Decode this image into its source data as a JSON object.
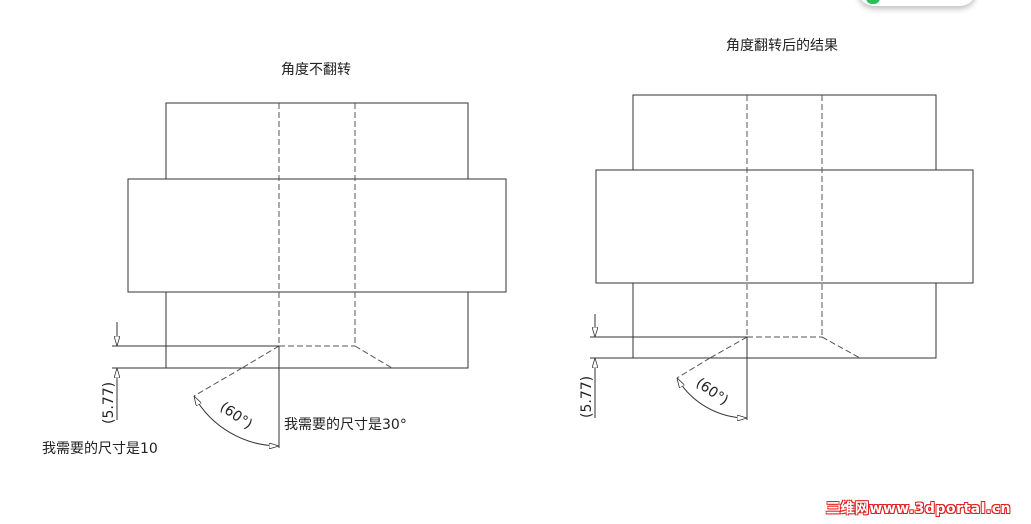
{
  "left_view": {
    "title": "角度不翻转",
    "dimension_value": "(5.77)",
    "angle_value": "(60°)",
    "note_distance": "我需要的尺寸是10",
    "note_angle": "我需要的尺寸是30°"
  },
  "right_view": {
    "title": "角度翻转后的结果",
    "dimension_value": "(5.77)",
    "angle_value": "(60°)"
  },
  "watermark": "三维网www.3dportal.cn",
  "colors": {
    "line": "#333333",
    "hidden_line": "#555555",
    "watermark": "#e02020",
    "widget_accent": "#2bbf5a"
  }
}
